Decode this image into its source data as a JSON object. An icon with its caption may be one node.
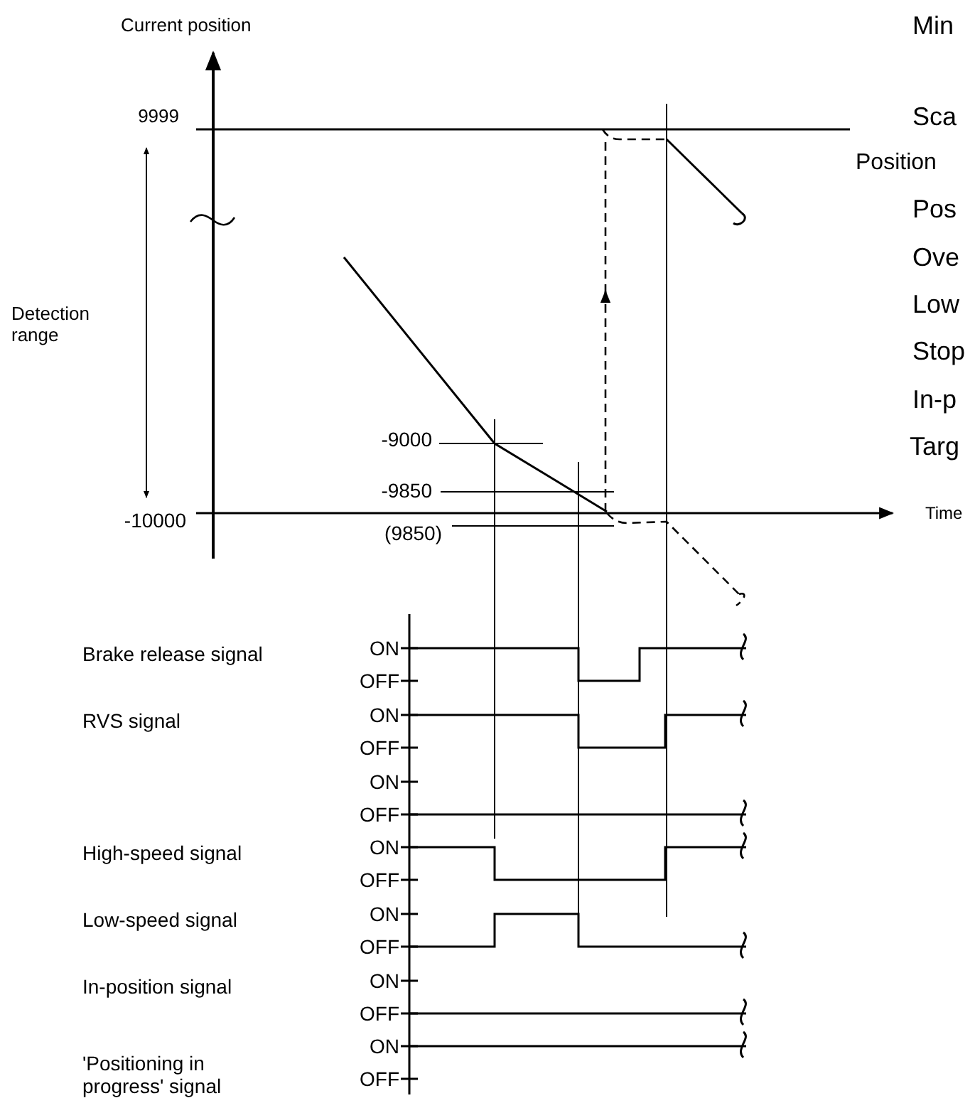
{
  "diagram": {
    "labels": [
      "Current position",
      "Min",
      "9999",
      "Sca",
      "Position",
      "Pos",
      "Ove",
      "Detection range",
      "Low",
      "Stop",
      "In-p",
      "Targ",
      "-9000",
      "-9850",
      "-10000",
      "Time",
      "(9850)",
      "Brake release signal",
      "ON",
      "OFF",
      "RVS signal",
      "ON",
      "OFF",
      "ON",
      "OFF",
      "High-speed signal",
      "ON",
      "OFF",
      "Low-speed signal",
      "ON",
      "OFF",
      "In-position signal",
      "ON",
      "OFF",
      "'Positioning in progress' signal",
      "ON",
      "OFF"
    ]
  }
}
